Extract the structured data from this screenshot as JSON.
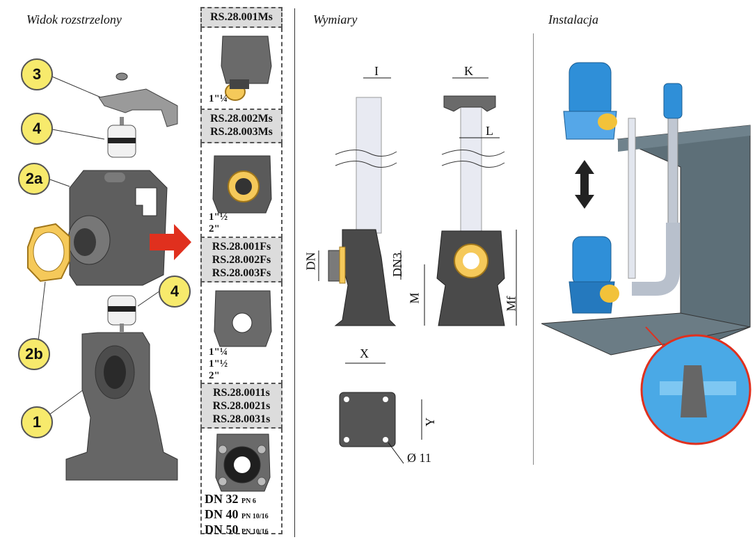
{
  "sections": {
    "exploded": "Widok rozstrzelony",
    "dimensions": "Wymiary",
    "installation": "Instalacja"
  },
  "callouts": [
    "3",
    "4",
    "2a",
    "2b",
    "4",
    "1"
  ],
  "codes": {
    "group1": "RS.28.001Ms",
    "group2": [
      "RS.28.002Ms",
      "RS.28.003Ms"
    ],
    "group3": [
      "RS.28.001Fs",
      "RS.28.002Fs",
      "RS.28.003Fs"
    ],
    "group4": [
      "RS.28.0011s",
      "RS.28.0021s",
      "RS.28.0031s"
    ]
  },
  "sizes": {
    "s1": "1\"¼",
    "s2": [
      "1\"½",
      "2\""
    ],
    "s3": [
      "1\"¼",
      "1\"½",
      "2\""
    ]
  },
  "flanges": [
    {
      "dn": "DN 32",
      "pn": "PN 6"
    },
    {
      "dn": "DN 40",
      "pn": "PN 10/16"
    },
    {
      "dn": "DN 50",
      "pn": "PN 10/16"
    }
  ],
  "dim_labels": {
    "I": "I",
    "K": "K",
    "L": "L",
    "DN": "DN",
    "DN3": "DN3",
    "M": "M",
    "Mf": "Mf",
    "X": "X",
    "Y": "Y",
    "hole": "Ø 11"
  },
  "colors": {
    "callout": "#f7ea6c",
    "arrow": "#e0301e",
    "part": "#6a6a6a",
    "pump": "#2f8fd8",
    "brick": "#5d6f78",
    "code_bg": "#dcdcdc"
  }
}
